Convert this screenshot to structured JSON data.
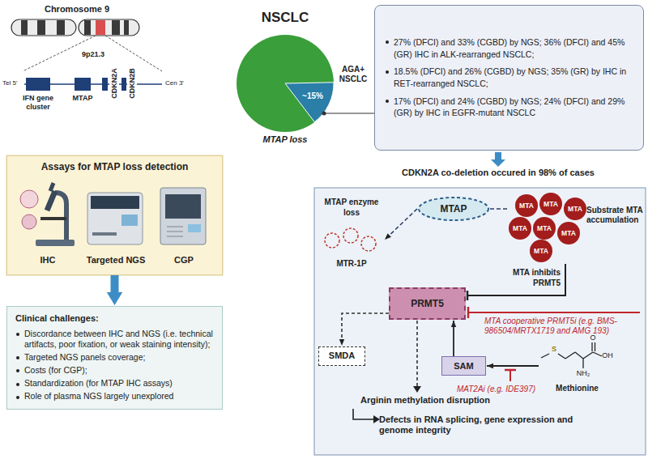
{
  "diagram": {
    "nodes": [
      {
        "text": [
          "Assays for MTAP loss detection"
        ]
      },
      {
        "text": [
          "IHC"
        ],
        "in": 0
      },
      {
        "text": [
          "Targeted NGS"
        ],
        "in": 0
      },
      {
        "text": [
          "CGP"
        ],
        "in": 0
      },
      {
        "text": [
          "Clinical challenges:",
          "Discordance between IHC and NGS (i.e. technical artifacts, poor fixation, or weak staining intensity);",
          "Targeted NGS panels coverage;",
          "Costs (for CGP);",
          "Standardization (for MTAP IHC assays)",
          "Role of plasma NGS largely unexplored"
        ]
      },
      {
        "text": [
          "27% (DFCI) and 33% (CGBD) by NGS; 36% (DFCI) and 45% (GR) IHC in ALK-rearranged NSCLC;",
          "18.5% (DFCI) and 26% (CGBD) by NGS; 35% (GR) by IHC in RET-rearranged NSCLC;",
          "17% (DFCI) and 24% (CGBD) by NGS; 24% (DFCI) and 29% (GR) by IHC in EGFR-mutant NSCLC"
        ]
      },
      {
        "text": [
          "MTAP"
        ]
      },
      {
        "text": [
          "MTAP enzyme loss",
          "MTR-1P"
        ]
      },
      {
        "text": [
          "MTA",
          "MTA",
          "MTA",
          "MTA",
          "MTA",
          "MTA",
          "MTA",
          "Substrate MTA accumulation"
        ]
      },
      {
        "text": [
          "PRMT5"
        ]
      },
      {
        "text": [
          "SMDA"
        ]
      },
      {
        "text": [
          "SAM"
        ]
      },
      {
        "text": [
          "Methionine"
        ]
      }
    ],
    "edges": [
      {
        "from": 0,
        "to": 4,
        "arrow": "to"
      },
      {
        "from": 6,
        "to": 7,
        "arrow": "to"
      },
      {
        "from": 6,
        "to": 8,
        "arrow": "none"
      },
      {
        "from": 8,
        "to": 9,
        "arrow": "to",
        "label": "MTA inhibits PRMT5"
      },
      {
        "from": 9,
        "to": 10,
        "arrow": "to"
      },
      {
        "from": 11,
        "to": 9,
        "arrow": "to"
      },
      {
        "from": 12,
        "to": 11,
        "arrow": "to"
      }
    ],
    "labels": [
      "Chromosome 9",
      "9p21.3",
      "Tel 5'",
      "IFN gene cluster",
      "MTAP",
      "CDKN2A",
      "CDKN2B",
      "Cen 3'",
      "NSCLC",
      "~15%",
      "MTAP loss",
      "AGA+ NSCLC",
      "CDKN2A co-deletion occured in 98% of cases",
      "MTA cooperative PRMT5i (e.g. BMS-986504/MRTX1719 and AMG 193)",
      "MAT2Ai (e.g. IDE397)",
      "Arginin methylation disruption",
      "Defects in RNA splicing, gene expression and genome integrity",
      "S",
      "OH",
      "O",
      "NH₂"
    ]
  }
}
